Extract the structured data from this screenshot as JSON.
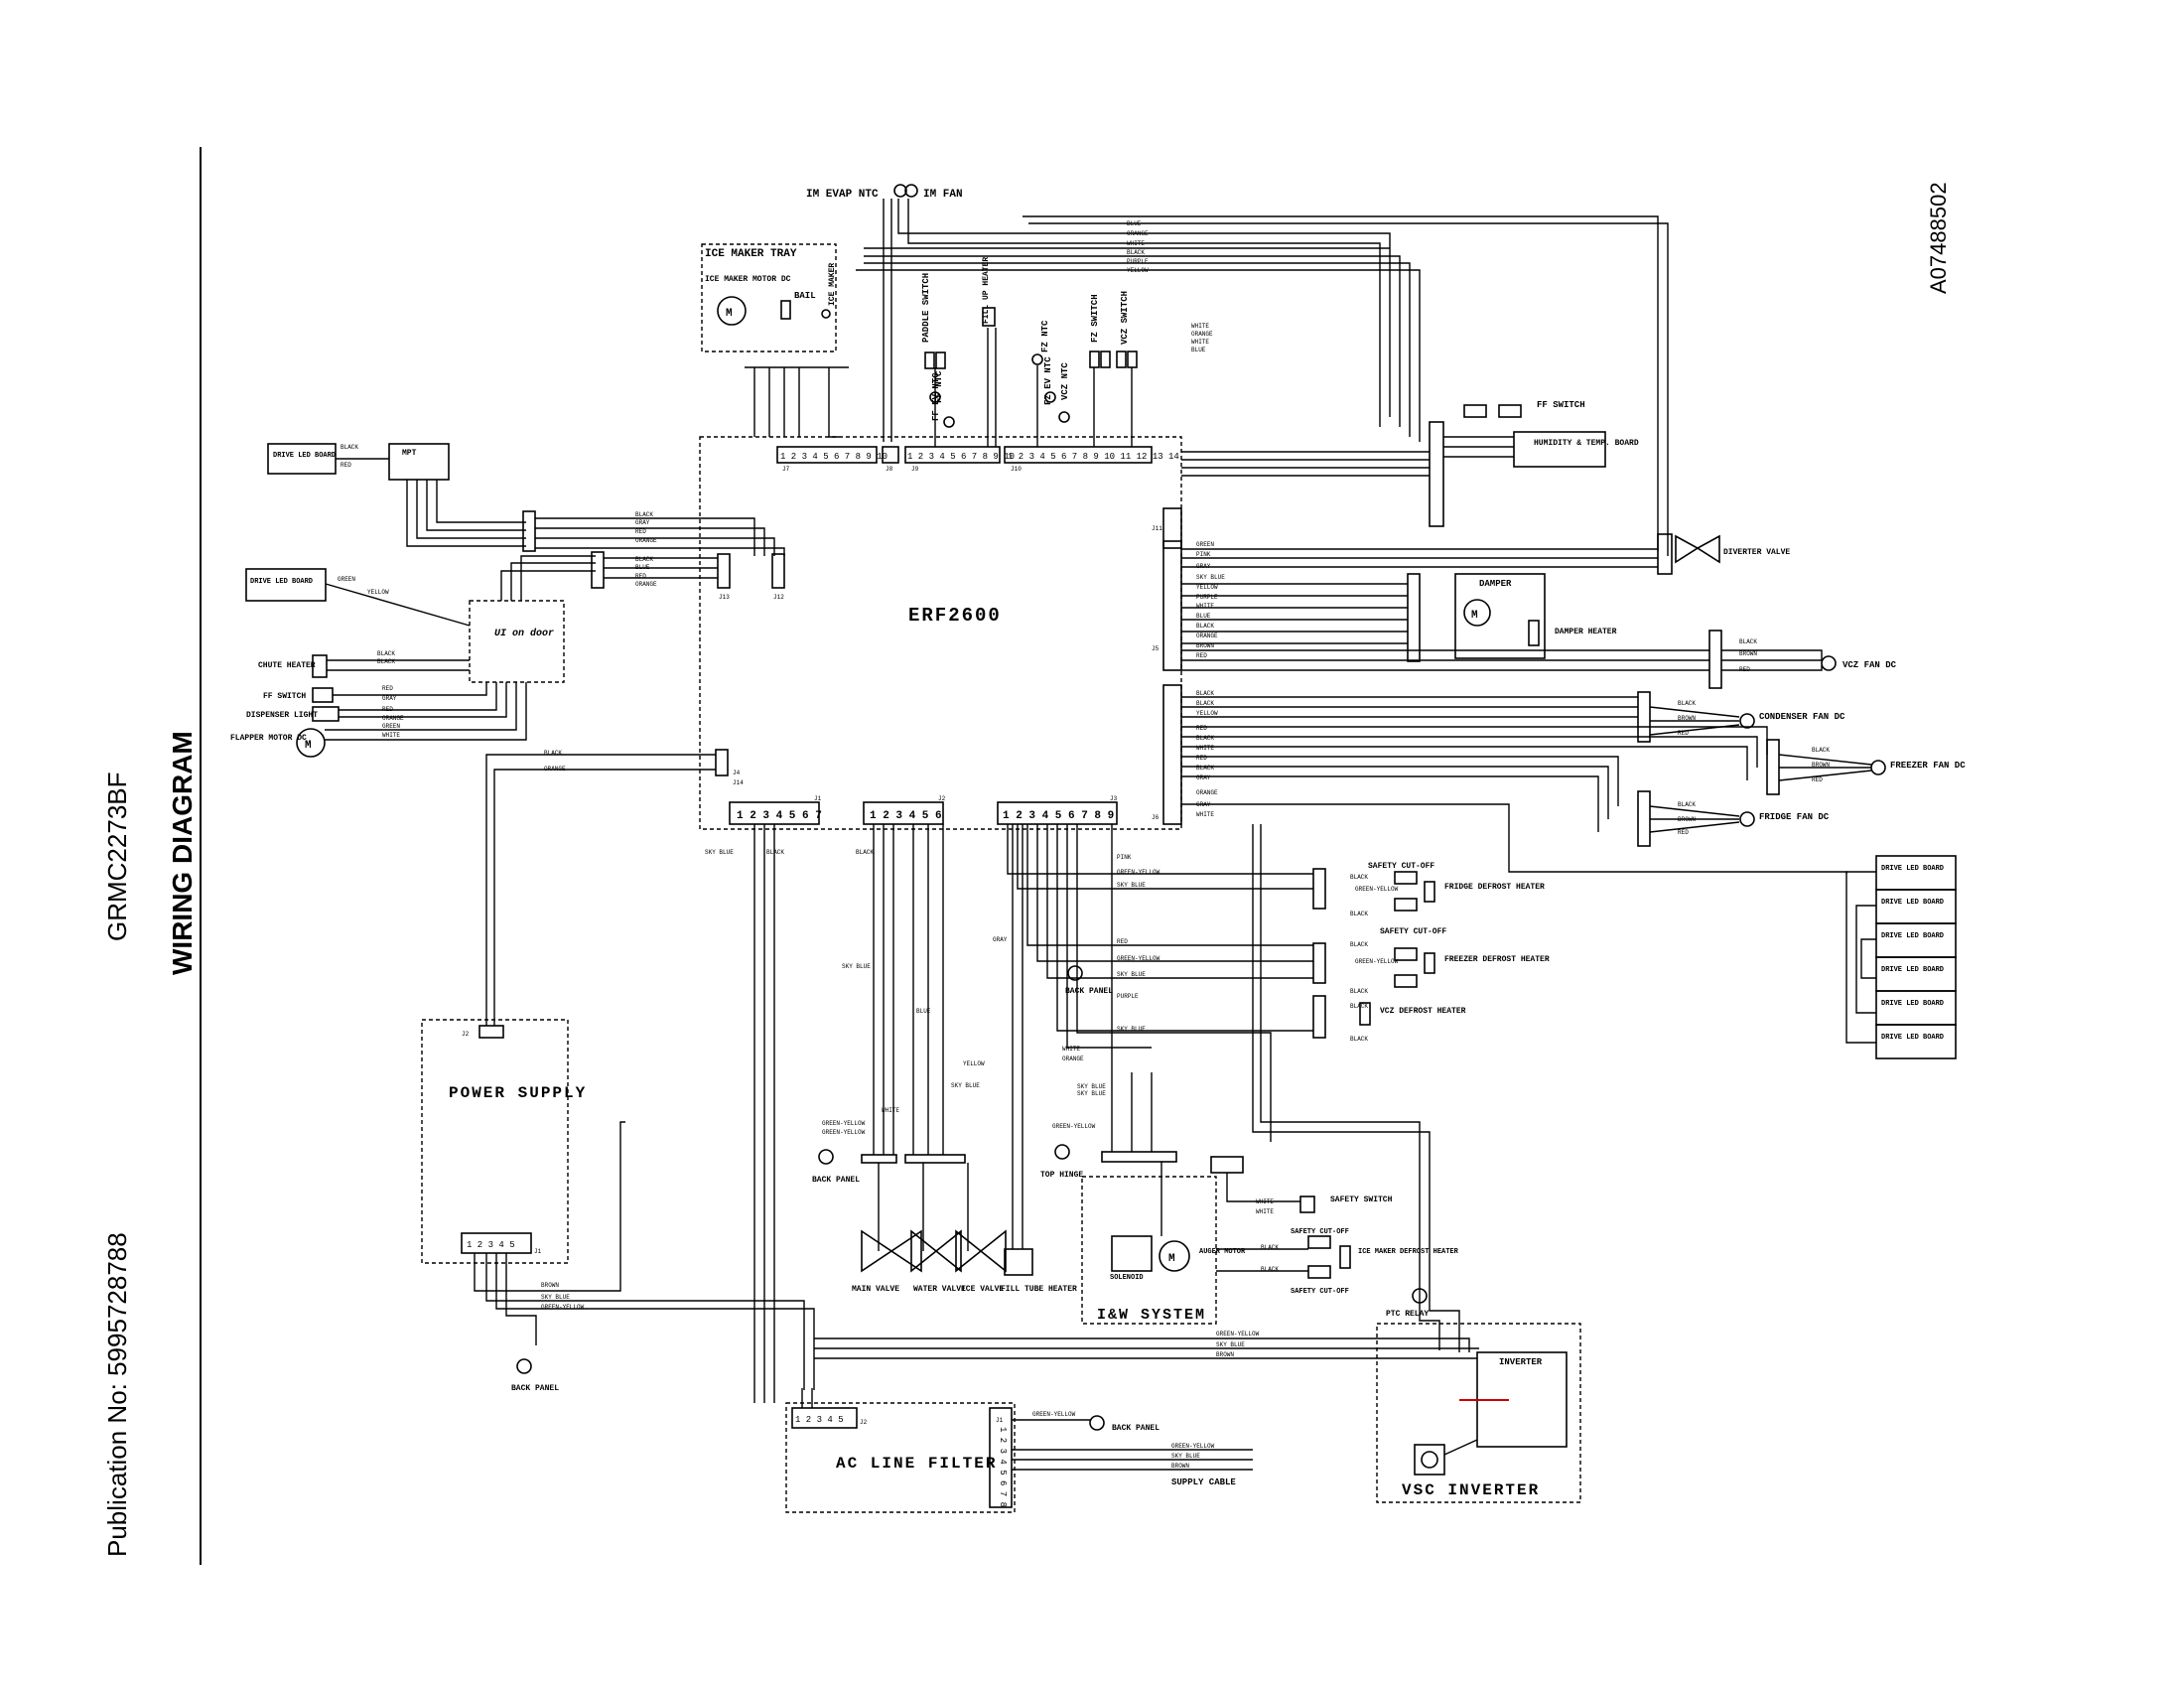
{
  "header": {
    "publication": "Publication No: 5995728788",
    "model": "GRMC2273BF",
    "title": "WIRING DIAGRAM",
    "doc_id": "A07488502"
  },
  "main_board": {
    "name": "ERF2600",
    "connectors": {
      "j1": "1 2 3 4 5 6 7",
      "j2": "1 2 3 4 5 6",
      "j3": "1 2 3 4 5 6 7 8 9",
      "j7": "1 2 3 4 5 6 7 8 9 10",
      "j9": "1 2 3 4 5 6 7 8 9 10",
      "j10": "1 2 3 4 5 6 7 8 9 10 11 12 13 14",
      "j1_lbl": "J1",
      "j2_lbl": "J2",
      "j3_lbl": "J3",
      "j7_lbl": "J7",
      "j8_lbl": "J8",
      "j9_lbl": "J9",
      "j10_lbl": "J10",
      "j4_lbl": "J4",
      "j5_lbl": "J5",
      "j6_lbl": "J6",
      "j11_lbl": "J11",
      "j12_lbl": "J12",
      "j13_lbl": "J13",
      "j14_lbl": "J14"
    }
  },
  "top_components": {
    "evap_ntc": "IM EVAP NTC",
    "im_fan": "IM FAN",
    "ice_maker_tray": "ICE MAKER TRAY",
    "ice_maker_motor": "ICE MAKER MOTOR DC",
    "bail": "BAIL",
    "ice_maker": "ICE MAKER",
    "paddle_switch": "PADDLE SWITCH",
    "ff_ntc": "FF NTC",
    "ff_ev_ntc": "FF EV NTC",
    "fillup_heater": "FILL UP HEATER",
    "fz_ntc": "FZ NTC",
    "fz_ev_ntc": "FZ EV NTC",
    "vcz_ntc": "VCZ NTC",
    "fz_switch": "FZ SWITCH",
    "vcz_switch": "VCZ SWITCH"
  },
  "left_components": {
    "led_board_top": "DRIVE LED BOARD",
    "mpt": "MPT",
    "led_board_mid": "DRIVE LED BOARD",
    "ui_board": "UI on door",
    "chute_heater": "CHUTE HEATER",
    "ff_switch": "FF SWITCH",
    "dispenser_light": "DISPENSER LIGHT",
    "flapper_motor": "FLAPPER MOTOR DC",
    "power_supply": "POWER SUPPLY",
    "ps_j2": "J2",
    "ps_j1": "1 2 3 4 5",
    "ps_j1_lbl": "J1",
    "back_panel": "BACK PANEL"
  },
  "right_components": {
    "ff_switch": "FF SWITCH",
    "humidity_board": "HUMIDITY & TEMP. BOARD",
    "diverter_valve": "DIVERTER VALVE",
    "damper": "DAMPER",
    "damper_heater": "DAMPER HEATER",
    "vcz_fan": "VCZ FAN DC",
    "condenser_fan": "CONDENSER FAN DC",
    "freezer_fan": "FREEZER FAN DC",
    "fridge_fan": "FRIDGE FAN DC",
    "led_boards": [
      "DRIVE LED BOARD",
      "DRIVE LED BOARD",
      "DRIVE LED BOARD",
      "DRIVE LED BOARD",
      "DRIVE LED BOARD",
      "DRIVE LED BOARD"
    ]
  },
  "lower_components": {
    "safety_cutoff": "SAFETY CUT-OFF",
    "fridge_defrost_heater": "FRIDGE DEFROST HEATER",
    "freezer_defrost_heater": "FREEZER DEFROST HEATER",
    "vcz_defrost_heater": "VCZ DEFROST HEATER",
    "back_panel": "BACK PANEL",
    "top_hinge": "TOP HINGE",
    "main_valve": "MAIN VALVE",
    "water_valve": "WATER VALVE",
    "ice_valve": "ICE VALVE",
    "fill_tube_heater": "FILL TUBE HEATER",
    "safety_switch": "SAFETY SWITCH",
    "solenoid": "SOLENOID",
    "auger_motor": "AUGER MOTOR",
    "ice_maker_defrost_heater": "ICE MAKER DEFROST HEATER",
    "iw_system": "I&W SYSTEM",
    "ptc_relay": "PTC RELAY",
    "inverter": "INVERTER",
    "vsc_inverter": "VSC INVERTER",
    "ac_line_filter": "AC LINE FILTER",
    "acf_j2": "1 2 3 4 5",
    "acf_j2_lbl": "J2",
    "acf_j1": "1 2 3 4 5 6 7 8",
    "acf_j1_lbl": "J1",
    "supply_cable": "SUPPLY CABLE"
  },
  "wire_colors": {
    "black": "BLACK",
    "gray": "GRAY",
    "red": "RED",
    "orange": "ORANGE",
    "blue": "BLUE",
    "white": "WHITE",
    "yellow": "YELLOW",
    "pink": "PINK",
    "green": "GREEN",
    "purple": "PURPLE",
    "sky_blue": "SKY BLUE",
    "green_yellow": "GREEN-YELLOW",
    "brown": "BROWN"
  }
}
